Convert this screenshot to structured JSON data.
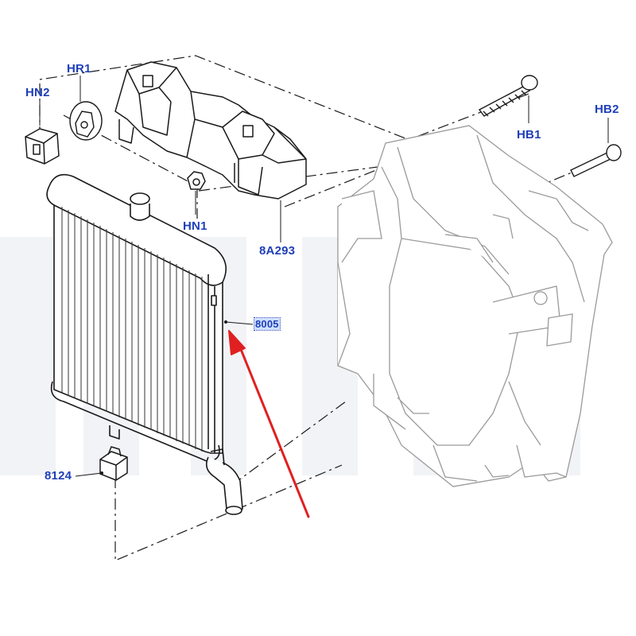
{
  "diagram": {
    "callouts": {
      "hn2": "HN2",
      "hr1": "HR1",
      "hn1": "HN1",
      "part_8a293": "8A293",
      "hb1": "HB1",
      "hb2": "HB2",
      "part_8005": "8005",
      "part_8124": "8124"
    },
    "colors": {
      "callout_text": "#1f3fb8",
      "line_art": "#1a1a1a",
      "pointer_arrow": "#e02020",
      "selection_highlight": "#cfe0ff"
    },
    "icons": {
      "pointer": "red-arrow-icon"
    }
  }
}
